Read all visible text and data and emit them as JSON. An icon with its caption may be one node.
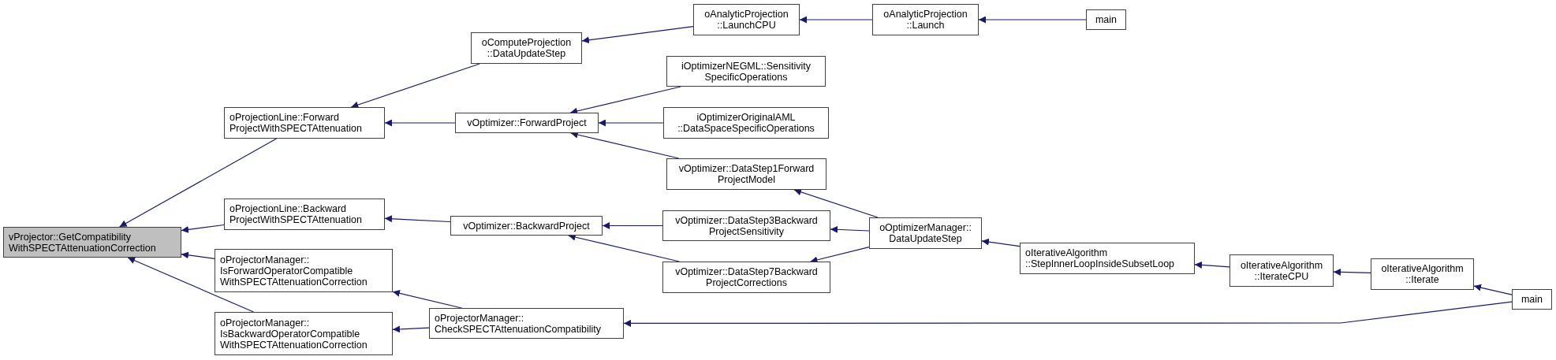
{
  "diagram": {
    "nodes": [
      {
        "text": [
          "vProjector::GetCompatibility WithSPECTAttenuationCorrection"
        ]
      },
      {
        "text": [
          "oProjectionLine::Forward ProjectWithSPECTAttenuation"
        ]
      },
      {
        "text": [
          "oProjectionLine::Backward ProjectWithSPECTAttenuation"
        ]
      },
      {
        "text": [
          "oProjectorManager:: IsForwardOperatorCompatible WithSPECTAttenuationCorrection"
        ]
      },
      {
        "text": [
          "oProjectorManager:: IsBackwardOperatorCompatible WithSPECTAttenuationCorrection"
        ]
      },
      {
        "text": [
          "oComputeProjection ::DataUpdateStep"
        ]
      },
      {
        "text": [
          "vOptimizer::ForwardProject"
        ]
      },
      {
        "text": [
          "vOptimizer::BackwardProject"
        ]
      },
      {
        "text": [
          "oProjectorManager:: CheckSPECTAttenuationCompatibility"
        ]
      },
      {
        "text": [
          "oAnalyticProjection ::LaunchCPU"
        ]
      },
      {
        "text": [
          "iOptimizerNEGML::Sensitivity SpecificOperations"
        ]
      },
      {
        "text": [
          "iOptimizerOriginalAML ::DataSpaceSpecificOperations"
        ]
      },
      {
        "text": [
          "vOptimizer::DataStep1Forward ProjectModel"
        ]
      },
      {
        "text": [
          "vOptimizer::DataStep3Backward ProjectSensitivity"
        ]
      },
      {
        "text": [
          "vOptimizer::DataStep7Backward ProjectCorrections"
        ]
      },
      {
        "text": [
          "oAnalyticProjection ::Launch"
        ]
      },
      {
        "text": [
          "oOptimizerManager:: DataUpdateStep"
        ]
      },
      {
        "text": [
          "main"
        ]
      },
      {
        "text": [
          "oIterativeAlgorithm ::StepInnerLoopInsideSubsetLoop"
        ]
      },
      {
        "text": [
          "oIterativeAlgorithm ::IterateCPU"
        ]
      },
      {
        "text": [
          "oIterativeAlgorithm ::Iterate"
        ]
      },
      {
        "text": [
          "main"
        ]
      }
    ],
    "edges": [
      {
        "from": 1,
        "to": 0,
        "arrow": "to"
      },
      {
        "from": 2,
        "to": 0,
        "arrow": "to"
      },
      {
        "from": 3,
        "to": 0,
        "arrow": "to"
      },
      {
        "from": 4,
        "to": 0,
        "arrow": "to"
      },
      {
        "from": 5,
        "to": 1,
        "arrow": "to"
      },
      {
        "from": 6,
        "to": 1,
        "arrow": "to"
      },
      {
        "from": 7,
        "to": 2,
        "arrow": "to"
      },
      {
        "from": 8,
        "to": 3,
        "arrow": "to"
      },
      {
        "from": 8,
        "to": 4,
        "arrow": "to"
      },
      {
        "from": 9,
        "to": 5,
        "arrow": "to"
      },
      {
        "from": 10,
        "to": 6,
        "arrow": "to"
      },
      {
        "from": 11,
        "to": 6,
        "arrow": "to"
      },
      {
        "from": 12,
        "to": 6,
        "arrow": "to"
      },
      {
        "from": 13,
        "to": 7,
        "arrow": "to"
      },
      {
        "from": 14,
        "to": 7,
        "arrow": "to"
      },
      {
        "from": 15,
        "to": 9,
        "arrow": "to"
      },
      {
        "from": 16,
        "to": 12,
        "arrow": "to"
      },
      {
        "from": 16,
        "to": 13,
        "arrow": "to"
      },
      {
        "from": 16,
        "to": 14,
        "arrow": "to"
      },
      {
        "from": 17,
        "to": 15,
        "arrow": "to"
      },
      {
        "from": 18,
        "to": 16,
        "arrow": "to"
      },
      {
        "from": 19,
        "to": 18,
        "arrow": "to"
      },
      {
        "from": 20,
        "to": 19,
        "arrow": "to"
      },
      {
        "from": 21,
        "to": 20,
        "arrow": "to"
      },
      {
        "from": 21,
        "to": 8,
        "arrow": "to"
      }
    ]
  }
}
